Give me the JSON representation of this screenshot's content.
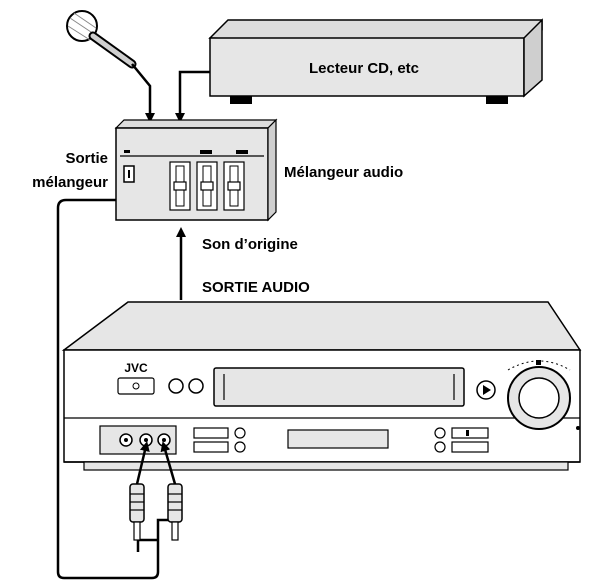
{
  "labels": {
    "cd_player": "Lecteur CD, etc",
    "mixer_output_line1": "Sortie",
    "mixer_output_line2": "mélangeur",
    "audio_mixer": "Mélangeur audio",
    "original_sound": "Son d’origine",
    "audio_out": "SORTIE AUDIO",
    "brand": "JVC"
  },
  "colors": {
    "ink": "#000000",
    "panel": "#e6e6e6",
    "panel_dark": "#bdbdbd",
    "background": "#ffffff"
  }
}
